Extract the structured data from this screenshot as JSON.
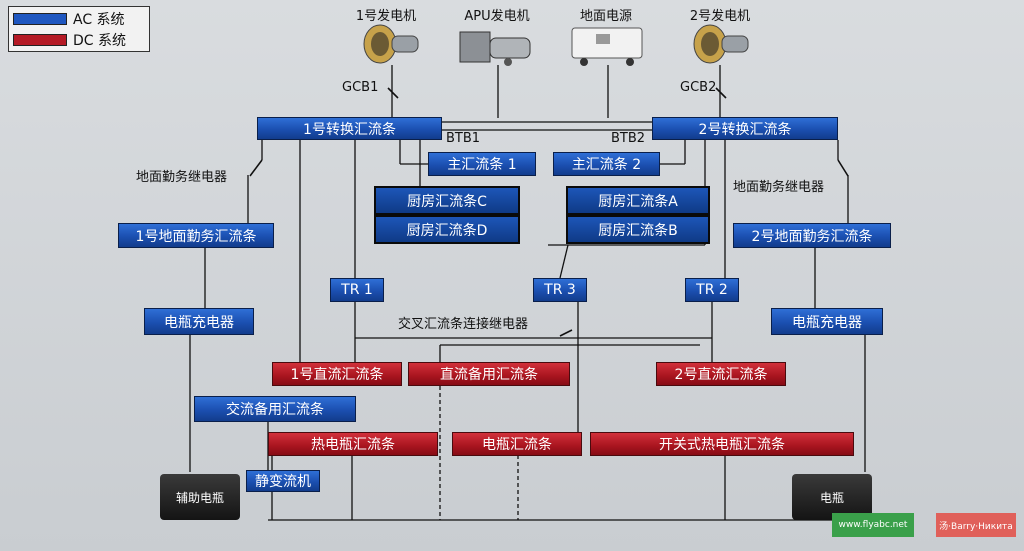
{
  "legend": {
    "ac_label": "AC 系统",
    "dc_label": "DC 系统",
    "ac_color": "#1f57c0",
    "dc_color": "#b51a25"
  },
  "sources": {
    "gen1": "1号发电机",
    "apu": "APU发电机",
    "ground": "地面电源",
    "gen2": "2号发电机"
  },
  "breakers": {
    "gcb1": "GCB1",
    "gcb2": "GCB2",
    "btb1": "BTB1",
    "btb2": "BTB2"
  },
  "relays": {
    "ground_service_left": "地面勤务继电器",
    "ground_service_right": "地面勤务继电器",
    "cross_bus": "交叉汇流条连接继电器"
  },
  "ac_buses": {
    "transfer1": "1号转换汇流条",
    "transfer2": "2号转换汇流条",
    "main1": "主汇流条 1",
    "main2": "主汇流条 2",
    "galley_c": "厨房汇流条C",
    "galley_d": "厨房汇流条D",
    "galley_a": "厨房汇流条A",
    "galley_b": "厨房汇流条B",
    "gs1": "1号地面勤务汇流条",
    "gs2": "2号地面勤务汇流条",
    "tr1": "TR 1",
    "tr3": "TR 3",
    "tr2": "TR 2",
    "charger_left": "电瓶充电器",
    "charger_right": "电瓶充电器",
    "ac_standby": "交流备用汇流条",
    "inverter": "静变流机"
  },
  "dc_buses": {
    "dc1": "1号直流汇流条",
    "dc_standby": "直流备用汇流条",
    "dc2": "2号直流汇流条",
    "hot_battery": "热电瓶汇流条",
    "battery_bus": "电瓶汇流条",
    "switched_hot": "开关式热电瓶汇流条"
  },
  "batteries": {
    "aux": "辅助电瓶",
    "main": "电瓶"
  },
  "watermarks": {
    "site": "www.flyabc.net",
    "author": "汤·Barry·Никита"
  }
}
